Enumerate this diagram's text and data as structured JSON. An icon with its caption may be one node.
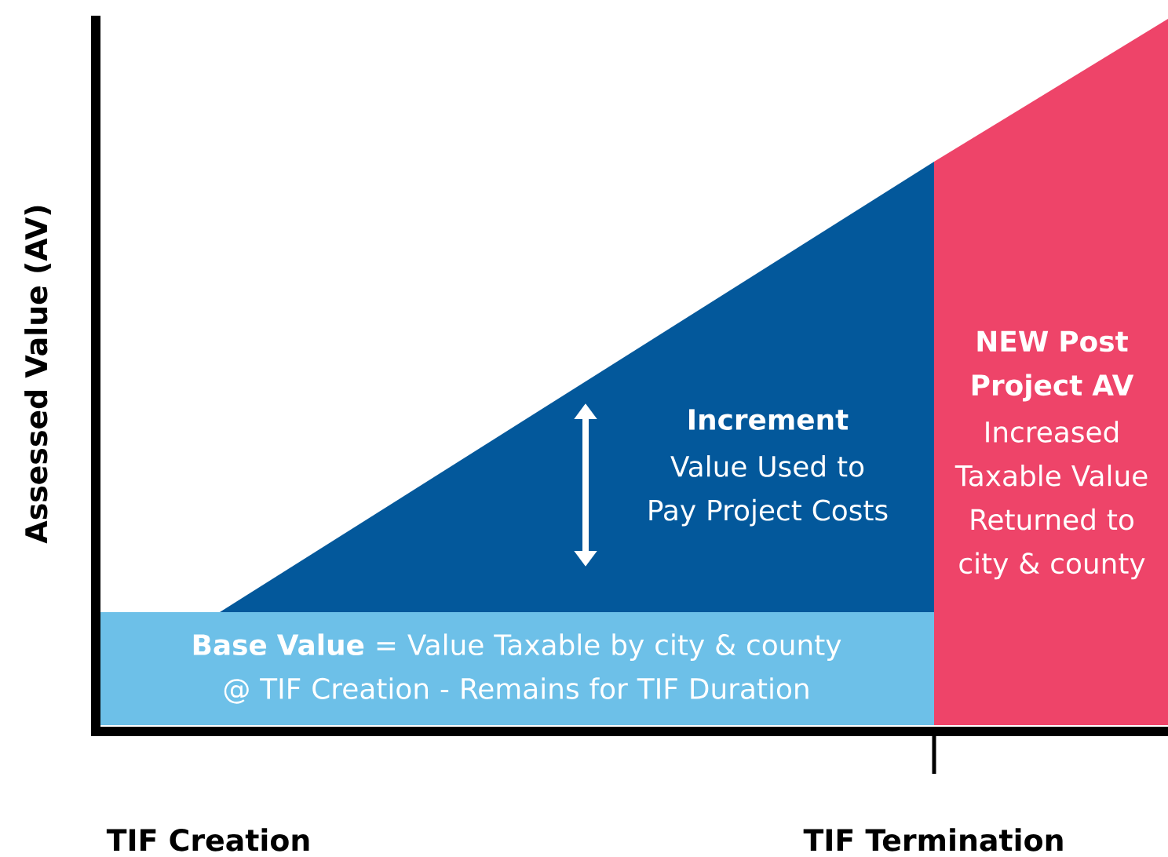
{
  "diagram": {
    "nodes": [
      {
        "text": [
          "Increment",
          "Value Used to Pay Project Costs"
        ]
      },
      {
        "text": [
          "NEW Post Project AV",
          "Increased Taxable Value Returned to city & county"
        ]
      },
      {
        "text": [
          "**Base Value** = Value Taxable by city & county @ TIF Creation - Remains for TIF Duration"
        ]
      }
    ],
    "labels": [
      "Assessed Value (AV)",
      "TIF Creation",
      "TIF Termination"
    ]
  }
}
